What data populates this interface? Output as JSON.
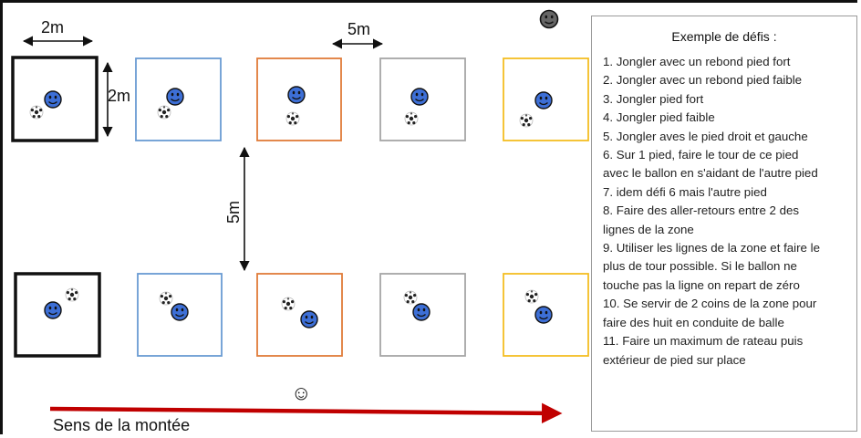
{
  "labels": {
    "width_zone": "2m",
    "height_zone": "2m",
    "gap_horizontal": "5m",
    "gap_vertical": "5m",
    "direction": "Sens de la montée"
  },
  "smiley": "☺",
  "colors": {
    "zone_black": "#111111",
    "zone_blue": "#6a9bd3",
    "zone_orange": "#e07b39",
    "zone_gray": "#a6a6a6",
    "zone_yellow": "#f4be22",
    "player_blue": "#3d6fd6",
    "arrow_red": "#c00000"
  },
  "zones": [
    {
      "name": "zone-black",
      "color": "#111111"
    },
    {
      "name": "zone-blue",
      "color": "#6a9bd3"
    },
    {
      "name": "zone-orange",
      "color": "#e07b39"
    },
    {
      "name": "zone-gray",
      "color": "#a6a6a6"
    },
    {
      "name": "zone-yellow",
      "color": "#f4be22"
    }
  ],
  "icons": [
    "player-icon",
    "soccer-ball-icon",
    "coach-icon",
    "smiley-icon"
  ],
  "panel": {
    "title": "Exemple de défis :",
    "lines": [
      "1. Jongler avec un rebond pied fort",
      "2. Jongler avec un rebond pied faible",
      "3. Jongler pied fort",
      "4. Jongler pied faible",
      "5. Jongler aves le pied droit et gauche",
      "6. Sur 1 pied, faire le tour de ce pied",
      "avec le ballon en s'aidant de l'autre pied",
      "7. idem défi 6 mais l'autre pied",
      "8. Faire des aller-retours entre 2 des",
      "lignes de la zone",
      " 9. Utiliser les lignes de la zone et faire le",
      "plus de tour possible. Si le ballon ne",
      "touche pas la ligne on repart de zéro",
      " 10. Se servir de 2 coins de la zone pour",
      "faire des huit en conduite de balle",
      "11. Faire un maximum de rateau puis",
      "extérieur de pied sur place"
    ]
  }
}
